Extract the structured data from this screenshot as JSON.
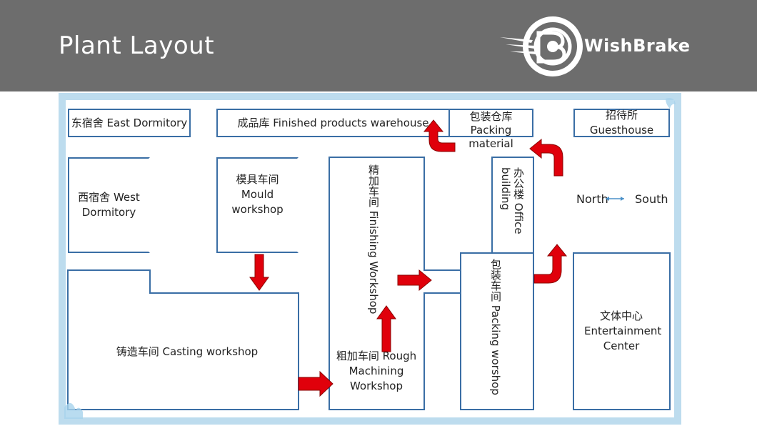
{
  "title": "Plant Layout",
  "brand": {
    "name": "WishBrake"
  },
  "areas": {
    "east_dormitory": "东宿舍 East Dormitory",
    "finished_products_warehouse": "成品库 Finished products warehouse",
    "packing_material_cn": "包装仓库",
    "packing_material_en": "Packing material",
    "guesthouse": "招待所Guesthouse",
    "west_dormitory": "西宿舍 West Dormitory",
    "mould_workshop": "模具车间 Mould workshop",
    "finishing_workshop": "精加车间  Finishing Workshop",
    "office_building": "办公楼 Office building",
    "casting_workshop": "铸造车间 Casting workshop",
    "rough_machining_workshop": "粗加车间 Rough Machining Workshop",
    "packing_workshop": "包装车间  Packing worshop",
    "entertainment_center": "文体中心 Entertainment Center"
  },
  "compass": {
    "north": "North",
    "south": "South"
  },
  "colors": {
    "header": "#6d6d6d",
    "wall": "#3a6ea5",
    "frame": "#bddcee",
    "arrow": "#e0000b"
  }
}
